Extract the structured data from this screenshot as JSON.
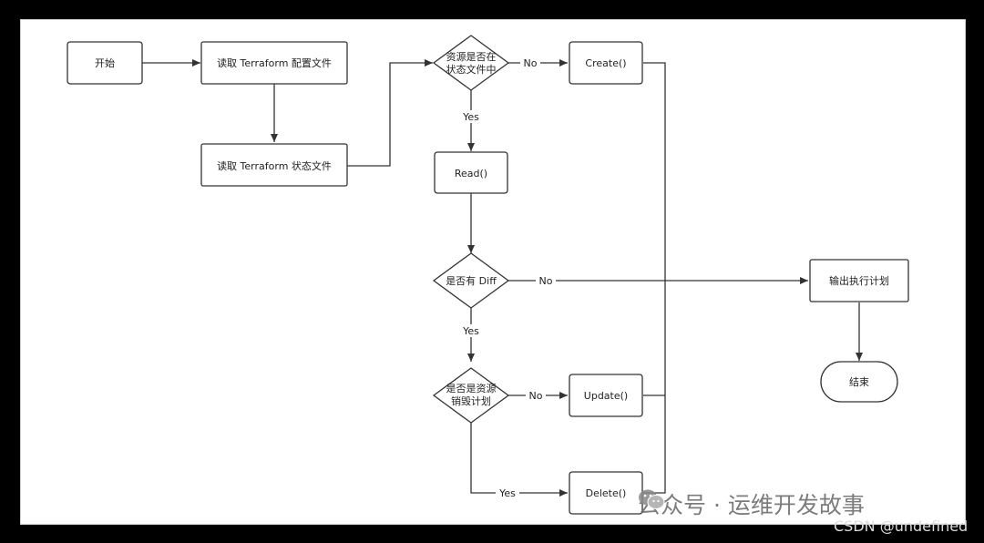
{
  "nodes": {
    "start": "开始",
    "read_config": "读取 Terraform 配置文件",
    "read_state": "读取 Terraform 状态文件",
    "in_state_line1": "资源是否在",
    "in_state_line2": "状态文件中",
    "create": "Create()",
    "read": "Read()",
    "has_diff": "是否有 Diff",
    "destroy_line1": "是否是资源",
    "destroy_line2": "销毁计划",
    "update": "Update()",
    "delete": "Delete()",
    "output_plan": "输出执行计划",
    "end": "结束"
  },
  "edge_labels": {
    "in_state_no": "No",
    "in_state_yes": "Yes",
    "diff_no": "No",
    "diff_yes": "Yes",
    "destroy_no": "No",
    "destroy_yes": "Yes"
  },
  "watermark": {
    "text": "公众号 · 运维开发故事",
    "credit": "CSDN @undefined"
  },
  "colors": {
    "background": "#000000",
    "canvas": "#ffffff",
    "stroke": "#333333"
  }
}
